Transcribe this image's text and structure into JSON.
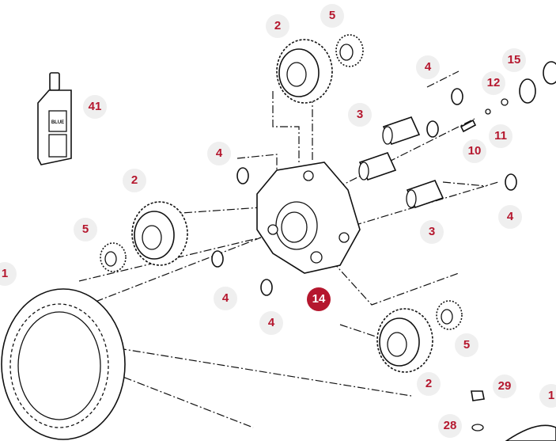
{
  "diagram": {
    "title": "Planetary carrier assembly exploded view",
    "selected_callout": "14",
    "callouts": [
      "2",
      "5",
      "41",
      "4",
      "15",
      "12",
      "3",
      "11",
      "10",
      "4",
      "2",
      "4",
      "5",
      "3",
      "1",
      "14",
      "4",
      "4",
      "5",
      "2",
      "29",
      "1",
      "28"
    ],
    "bottle_label": "BLUE"
  },
  "colors": {
    "callout_text": "#b5172e",
    "callout_bg": "#efefef",
    "selected_bg": "#b5172e"
  }
}
